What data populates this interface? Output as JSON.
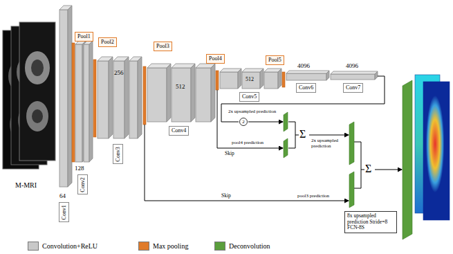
{
  "diagram": {
    "nodes": [
      {
        "text": [
          "Conv1"
        ]
      },
      {
        "text": [
          "Pool1"
        ]
      },
      {
        "text": [
          "Conv2"
        ]
      },
      {
        "text": [
          "Pool2"
        ]
      },
      {
        "text": [
          "Conv3"
        ]
      },
      {
        "text": [
          "Pool3"
        ]
      },
      {
        "text": [
          "Conv4"
        ]
      },
      {
        "text": [
          "Pool4"
        ]
      },
      {
        "text": [
          "Conv5"
        ]
      },
      {
        "text": [
          "Pool5"
        ]
      },
      {
        "text": [
          "Conv6"
        ]
      },
      {
        "text": [
          "Conv7"
        ]
      },
      {
        "text": [
          "2"
        ]
      },
      {
        "text": [
          "8x upsampled prediction Stride=8 FCN-8S"
        ]
      }
    ],
    "labels": [
      "M-MRI",
      "64",
      "128",
      "256",
      "512",
      "512",
      "4096",
      "4096",
      "2x upsampled prediction",
      "pool4 prediction",
      "Skip",
      "Σ",
      "2x upsampled prediction",
      "Skip",
      "pool3 prediction",
      "Σ"
    ],
    "legend": [
      {
        "text": "Convolution+ReLU",
        "color": "#c8c8c8"
      },
      {
        "text": "Max pooling",
        "color": "#e07b2a"
      },
      {
        "text": "Deconvolution",
        "color": "#5a9e3c"
      }
    ]
  }
}
